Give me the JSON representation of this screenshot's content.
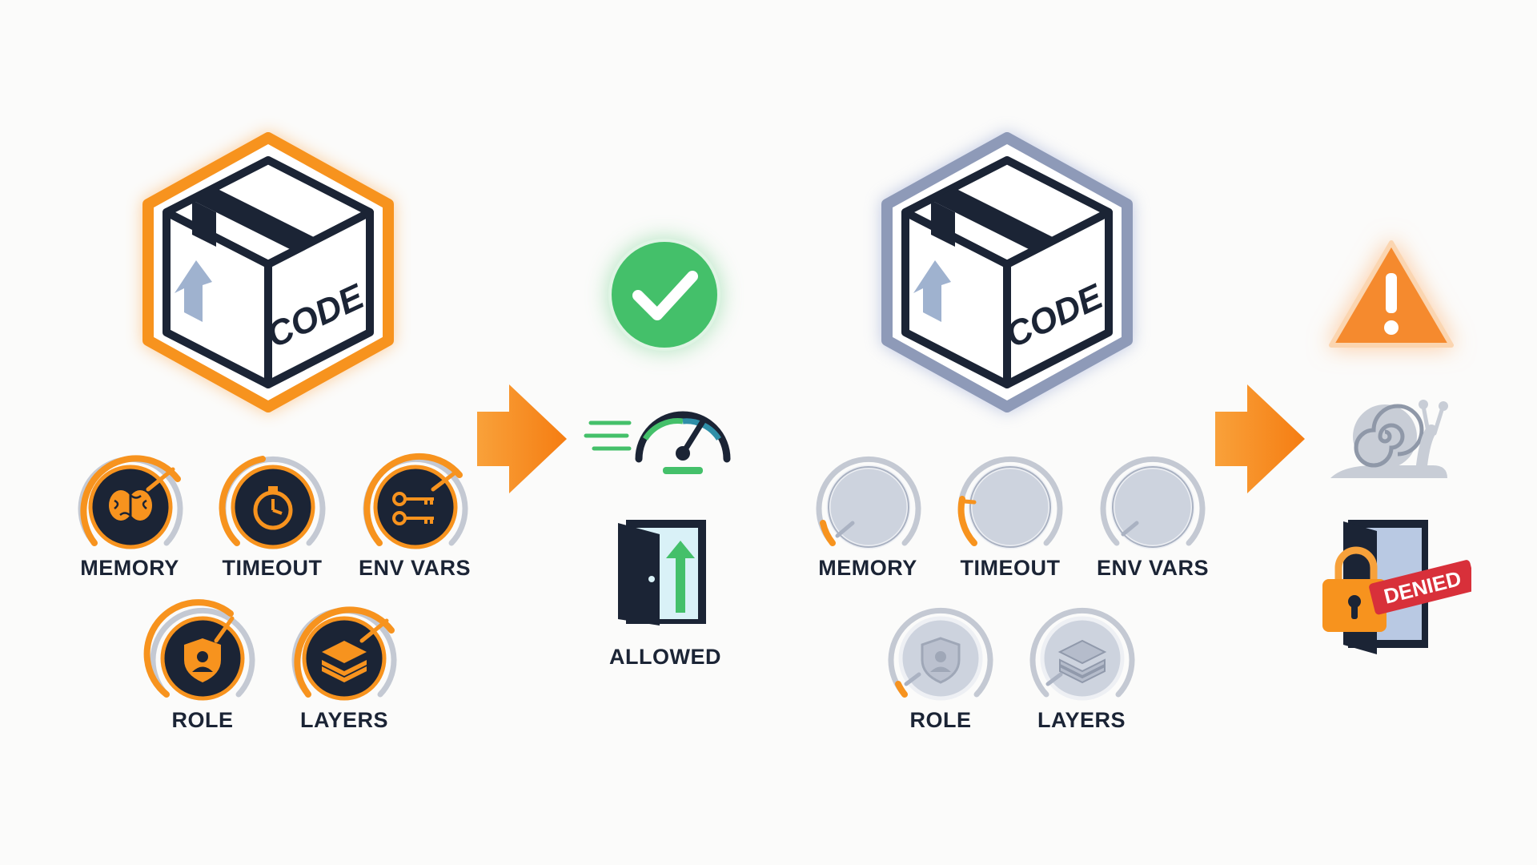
{
  "panels": {
    "left": {
      "package_label": "CODE",
      "settings": [
        {
          "label": "MEMORY",
          "icon": "brain-icon",
          "level": 0.62
        },
        {
          "label": "TIMEOUT",
          "icon": "stopwatch-icon",
          "level": 0.35
        },
        {
          "label": "ENV VARS",
          "icon": "keys-icon",
          "level": 0.55
        },
        {
          "label": "ROLE",
          "icon": "shield-user-icon",
          "level": 0.55
        },
        {
          "label": "LAYERS",
          "icon": "layers-icon",
          "level": 0.62
        }
      ],
      "result": {
        "status_icon": "check-icon",
        "speed_icon": "speedometer-icon",
        "door_icon": "open-door-arrow-icon",
        "label": "ALLOWED"
      }
    },
    "right": {
      "package_label": "CODE",
      "settings": [
        {
          "label": "MEMORY",
          "icon": "empty-dial-icon",
          "level": 0.08
        },
        {
          "label": "TIMEOUT",
          "icon": "empty-dial-icon",
          "level": 0.14
        },
        {
          "label": "ENV VARS",
          "icon": "empty-dial-icon",
          "level": 0.0
        },
        {
          "label": "ROLE",
          "icon": "shield-user-icon",
          "level": 0.05
        },
        {
          "label": "LAYERS",
          "icon": "layers-icon",
          "level": 0.0
        }
      ],
      "result": {
        "status_icon": "warning-icon",
        "speed_icon": "snail-icon",
        "door_icon": "locked-door-icon",
        "label": "DENIED"
      }
    }
  },
  "colors": {
    "accent": "#f7931e",
    "navy": "#1b2435",
    "muted": "#c4c9d3",
    "success": "#44c06a",
    "danger": "#d8303a"
  }
}
